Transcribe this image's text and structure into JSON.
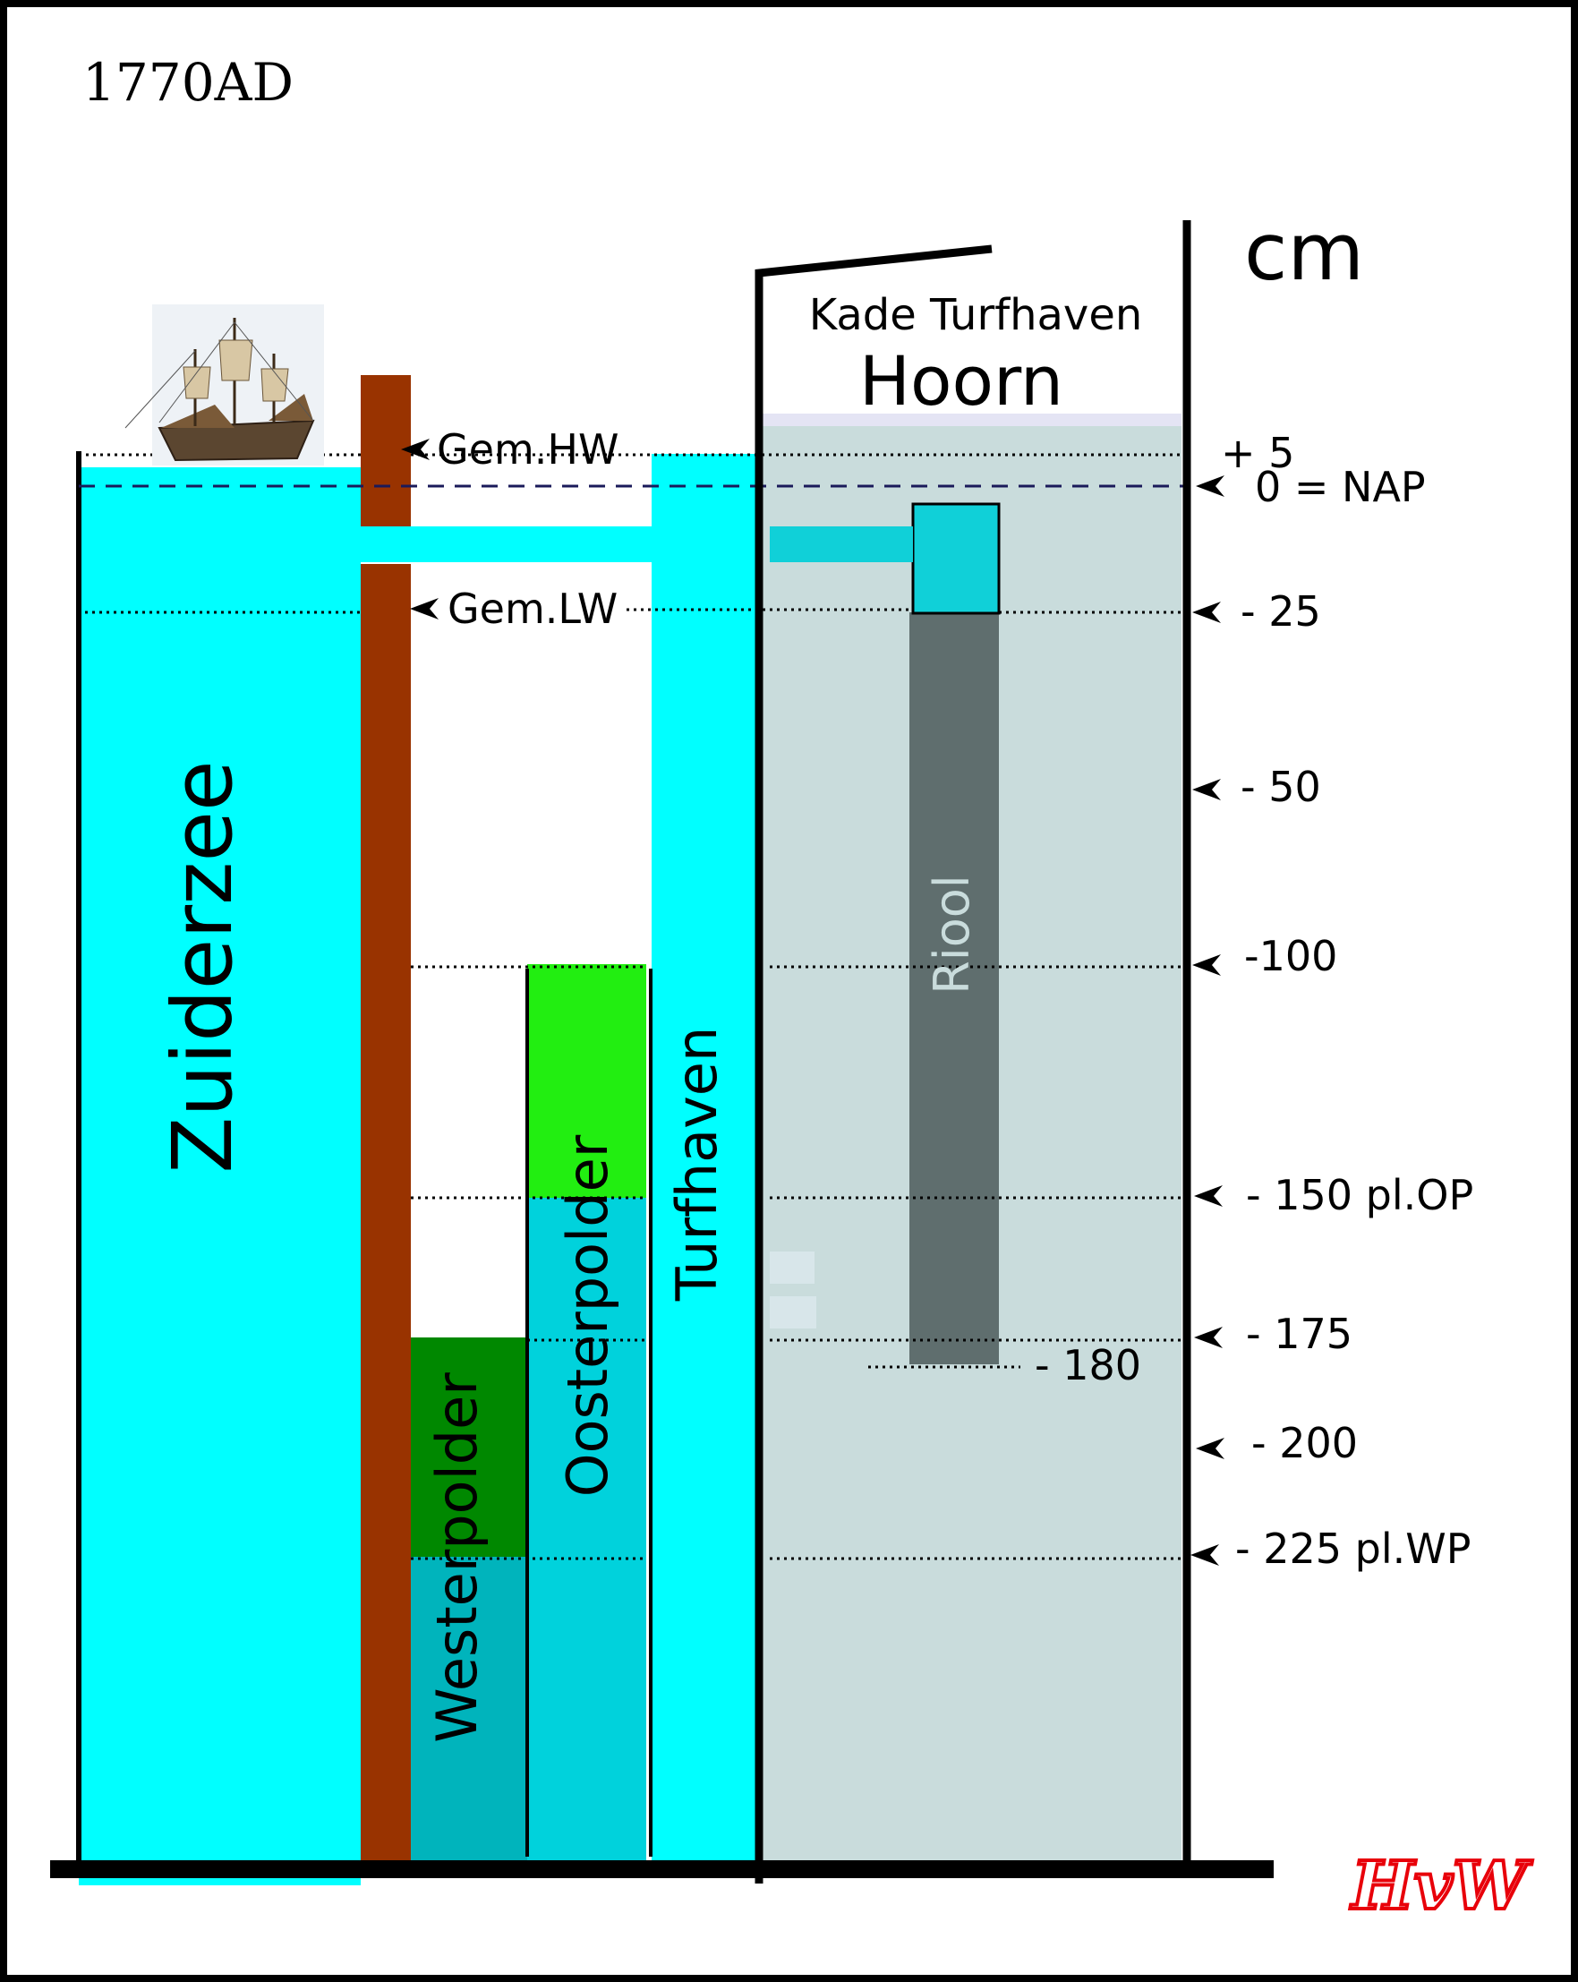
{
  "year_label": "1770AD",
  "unit_label": "cm",
  "header": {
    "line1": "Kade Turfhaven",
    "line2": "Hoorn"
  },
  "water_labels": {
    "sea": "Zuiderzee",
    "harbour": "Turfhaven",
    "west_polder": "Westerpolder",
    "east_polder": "Oosterpolder",
    "sewer": "Riool"
  },
  "tide_labels": {
    "high": "Gem.HW",
    "low": "Gem.LW"
  },
  "scale_labels": [
    "+ 5",
    "0 = NAP",
    "- 25",
    "- 50",
    "-100",
    "- 150 pl.OP",
    "- 175",
    "- 200",
    "- 225 pl.WP"
  ],
  "sewer_depth_label": "- 180",
  "signature": "HvW",
  "colors": {
    "water": "#00ffff",
    "quay": "#c9dcdc",
    "dike": "#993300",
    "west_polder_field": "#008800",
    "west_polder_water": "#00b4bc",
    "east_polder_field": "#22ee11",
    "east_polder_water": "#00d2dc",
    "sewer": "#5f6e6e",
    "sewer_inlet": "#10d0d8",
    "nap_line": "#1a1a5a",
    "signature": "#e8000a"
  }
}
